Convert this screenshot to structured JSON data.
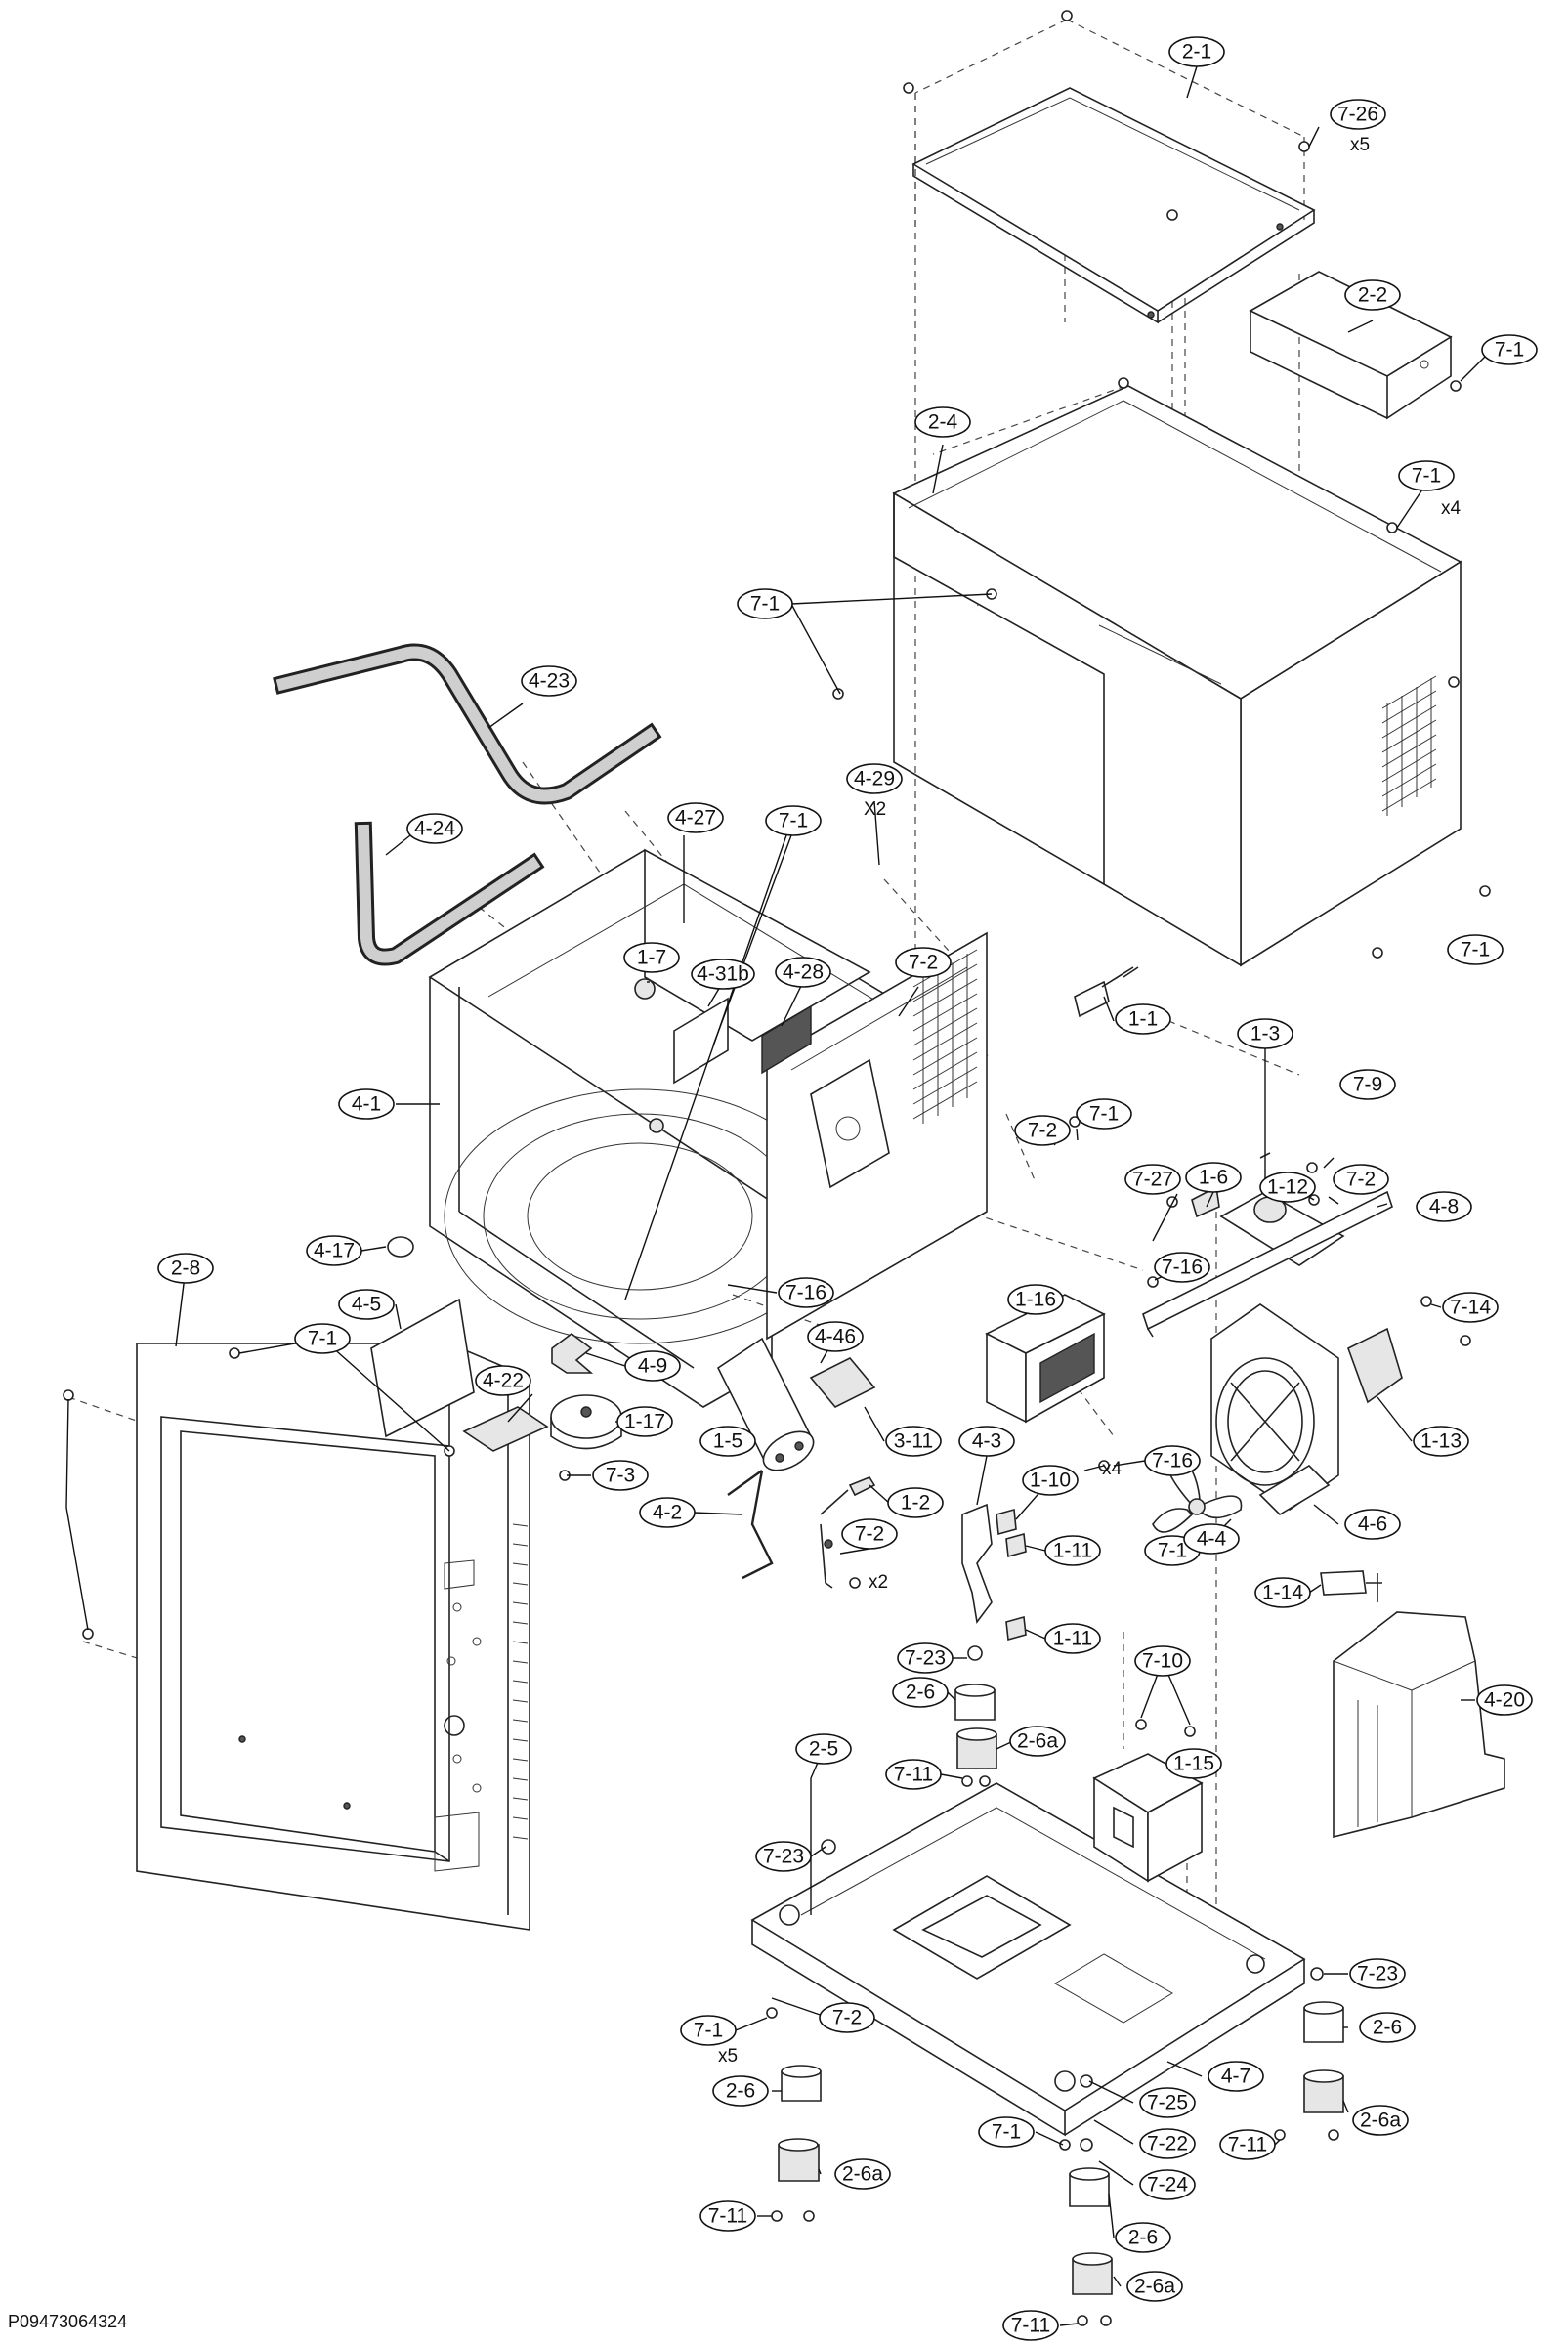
{
  "diagram_code": "P09473064324",
  "parts": [
    {
      "id": "c1",
      "label": "2-1"
    },
    {
      "id": "c2",
      "label": "7-26"
    },
    {
      "id": "c3",
      "label": "2-2"
    },
    {
      "id": "c4",
      "label": "7-1"
    },
    {
      "id": "c5",
      "label": "7-1"
    },
    {
      "id": "c6",
      "label": "2-4"
    },
    {
      "id": "c7",
      "label": "7-1"
    },
    {
      "id": "c8",
      "label": "4-23"
    },
    {
      "id": "c9",
      "label": "4-29"
    },
    {
      "id": "c10",
      "label": "4-24"
    },
    {
      "id": "c11",
      "label": "4-27"
    },
    {
      "id": "c12",
      "label": "7-1"
    },
    {
      "id": "c13",
      "label": "7-1"
    },
    {
      "id": "c14",
      "label": "1-7"
    },
    {
      "id": "c15",
      "label": "4-31b"
    },
    {
      "id": "c16",
      "label": "4-28"
    },
    {
      "id": "c17",
      "label": "7-2"
    },
    {
      "id": "c18",
      "label": "1-1"
    },
    {
      "id": "c19",
      "label": "1-3"
    },
    {
      "id": "c20",
      "label": "7-9"
    },
    {
      "id": "c21",
      "label": "4-1"
    },
    {
      "id": "c22",
      "label": "7-2"
    },
    {
      "id": "c23",
      "label": "7-1"
    },
    {
      "id": "c24",
      "label": "7-27"
    },
    {
      "id": "c25",
      "label": "1-6"
    },
    {
      "id": "c26",
      "label": "1-12"
    },
    {
      "id": "c27",
      "label": "7-2"
    },
    {
      "id": "c28",
      "label": "4-8"
    },
    {
      "id": "c29",
      "label": "4-17"
    },
    {
      "id": "c30",
      "label": "2-8"
    },
    {
      "id": "c31",
      "label": "4-5"
    },
    {
      "id": "c32",
      "label": "7-16"
    },
    {
      "id": "c33",
      "label": "7-16"
    },
    {
      "id": "c34",
      "label": "1-16"
    },
    {
      "id": "c35",
      "label": "7-14"
    },
    {
      "id": "c36",
      "label": "7-1"
    },
    {
      "id": "c37",
      "label": "4-46"
    },
    {
      "id": "c38",
      "label": "4-9"
    },
    {
      "id": "c39",
      "label": "4-22"
    },
    {
      "id": "c40",
      "label": "1-17"
    },
    {
      "id": "c41",
      "label": "1-13"
    },
    {
      "id": "c42",
      "label": "7-3"
    },
    {
      "id": "c43",
      "label": "1-5"
    },
    {
      "id": "c44",
      "label": "3-11"
    },
    {
      "id": "c45",
      "label": "4-3"
    },
    {
      "id": "c46",
      "label": "1-10"
    },
    {
      "id": "c47",
      "label": "7-16"
    },
    {
      "id": "c48",
      "label": "7-1"
    },
    {
      "id": "c49",
      "label": "4-2"
    },
    {
      "id": "c50",
      "label": "1-2"
    },
    {
      "id": "c51",
      "label": "7-2"
    },
    {
      "id": "c52",
      "label": "1-11"
    },
    {
      "id": "c53",
      "label": "4-4"
    },
    {
      "id": "c54",
      "label": "4-6"
    },
    {
      "id": "c55",
      "label": "1-14"
    },
    {
      "id": "c56",
      "label": "1-11"
    },
    {
      "id": "c57",
      "label": "7-23"
    },
    {
      "id": "c58",
      "label": "2-6"
    },
    {
      "id": "c59",
      "label": "7-10"
    },
    {
      "id": "c60",
      "label": "4-20"
    },
    {
      "id": "c61",
      "label": "2-6a"
    },
    {
      "id": "c62",
      "label": "1-15"
    },
    {
      "id": "c63",
      "label": "7-11"
    },
    {
      "id": "c64",
      "label": "2-5"
    },
    {
      "id": "c65",
      "label": "7-23"
    },
    {
      "id": "c66",
      "label": "7-23"
    },
    {
      "id": "c67",
      "label": "7-1"
    },
    {
      "id": "c68",
      "label": "7-2"
    },
    {
      "id": "c69",
      "label": "2-6"
    },
    {
      "id": "c70",
      "label": "2-6"
    },
    {
      "id": "c71",
      "label": "4-7"
    },
    {
      "id": "c72",
      "label": "7-25"
    },
    {
      "id": "c73",
      "label": "2-6a"
    },
    {
      "id": "c74",
      "label": "7-1"
    },
    {
      "id": "c75",
      "label": "7-22"
    },
    {
      "id": "c76",
      "label": "7-11"
    },
    {
      "id": "c77",
      "label": "2-6a"
    },
    {
      "id": "c78",
      "label": "7-24"
    },
    {
      "id": "c79",
      "label": "7-11"
    },
    {
      "id": "c80",
      "label": "2-6"
    },
    {
      "id": "c81",
      "label": "2-6a"
    },
    {
      "id": "c82",
      "label": "7-11"
    }
  ],
  "quantities": [
    {
      "id": "q1",
      "text": "x5"
    },
    {
      "id": "q2",
      "text": "x4"
    },
    {
      "id": "q3",
      "text": "X2"
    },
    {
      "id": "q4",
      "text": "x4"
    },
    {
      "id": "q5",
      "text": "x2"
    },
    {
      "id": "q6",
      "text": "x5"
    }
  ]
}
